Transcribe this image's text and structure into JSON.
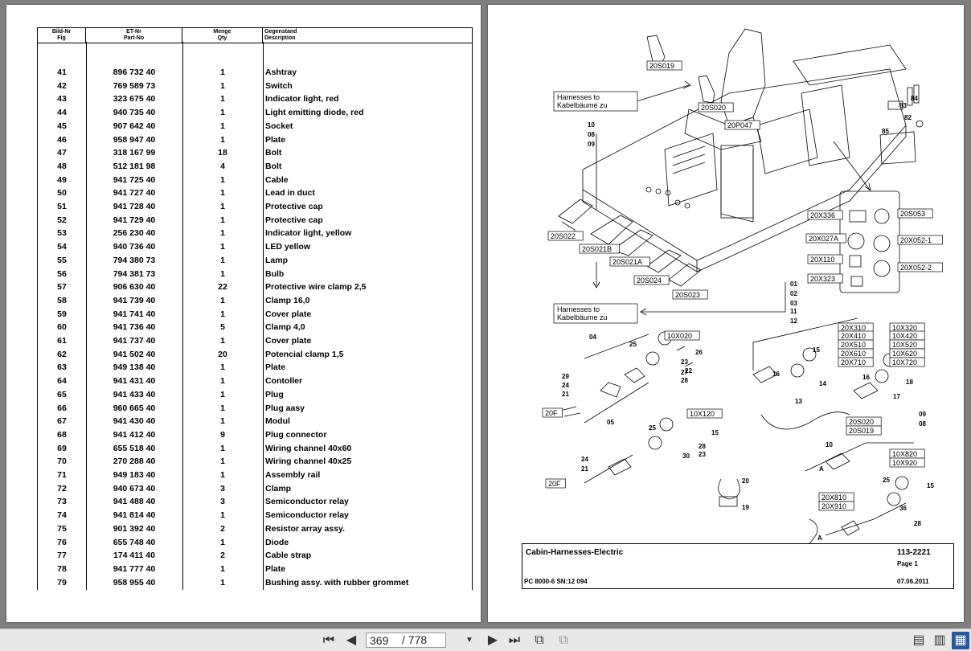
{
  "table": {
    "headers": [
      {
        "de": "Bild-Nr",
        "en": "Fig"
      },
      {
        "de": "ET-Nr",
        "en": "Part-No"
      },
      {
        "de": "Menge",
        "en": "Qty"
      },
      {
        "de": "Gegenstand",
        "en": "Description"
      }
    ],
    "rows": [
      [
        "41",
        "896 732 40",
        "1",
        "Ashtray"
      ],
      [
        "42",
        "769 589 73",
        "1",
        "Switch"
      ],
      [
        "43",
        "323 675 40",
        "1",
        "Indicator light, red"
      ],
      [
        "44",
        "940 735 40",
        "1",
        "Light emitting diode, red"
      ],
      [
        "45",
        "907 642 40",
        "1",
        "Socket"
      ],
      [
        "46",
        "958 947 40",
        "1",
        "Plate"
      ],
      [
        "47",
        "318 167 99",
        "18",
        "Bolt"
      ],
      [
        "48",
        "512 181 98",
        "4",
        "Bolt"
      ],
      [
        "49",
        "941 725 40",
        "1",
        "Cable"
      ],
      [
        "50",
        "941 727 40",
        "1",
        "Lead in duct"
      ],
      [
        "51",
        "941 728 40",
        "1",
        "Protective cap"
      ],
      [
        "52",
        "941 729 40",
        "1",
        "Protective cap"
      ],
      [
        "53",
        "256 230 40",
        "1",
        "Indicator light, yellow"
      ],
      [
        "54",
        "940 736 40",
        "1",
        "LED yellow"
      ],
      [
        "55",
        "794 380 73",
        "1",
        "Lamp"
      ],
      [
        "56",
        "794 381 73",
        "1",
        "Bulb"
      ],
      [
        "57",
        "906 630 40",
        "22",
        "Protective wire clamp 2,5"
      ],
      [
        "58",
        "941 739 40",
        "1",
        "Clamp 16,0"
      ],
      [
        "59",
        "941 741 40",
        "1",
        "Cover plate"
      ],
      [
        "60",
        "941 736 40",
        "5",
        "Clamp 4,0"
      ],
      [
        "61",
        "941 737 40",
        "1",
        "Cover plate"
      ],
      [
        "62",
        "941 502 40",
        "20",
        "Potencial clamp 1,5"
      ],
      [
        "63",
        "949 138 40",
        "1",
        "Plate"
      ],
      [
        "64",
        "941 431 40",
        "1",
        "Contoller"
      ],
      [
        "65",
        "941 433 40",
        "1",
        "Plug"
      ],
      [
        "66",
        "960 665 40",
        "1",
        "Plug aasy"
      ],
      [
        "67",
        "941 430 40",
        "1",
        "Modul"
      ],
      [
        "68",
        "941 412 40",
        "9",
        "Plug connector"
      ],
      [
        "69",
        "655 518 40",
        "1",
        "Wiring channel 40x60"
      ],
      [
        "70",
        "270 288 40",
        "1",
        "Wiring channel 40x25"
      ],
      [
        "71",
        "949 183 40",
        "1",
        "Assembly rail"
      ],
      [
        "72",
        "940 673 40",
        "3",
        "Clamp"
      ],
      [
        "73",
        "941 488 40",
        "3",
        "Semiconductor relay"
      ],
      [
        "74",
        "941 814 40",
        "1",
        "Semiconductor relay"
      ],
      [
        "75",
        "901 392 40",
        "2",
        "Resistor array assy."
      ],
      [
        "76",
        "655 748 40",
        "1",
        "Diode"
      ],
      [
        "77",
        "174 411 40",
        "2",
        "Cable strap"
      ],
      [
        "78",
        "941 777 40",
        "1",
        "Plate"
      ],
      [
        "79",
        "958 955 40",
        "1",
        "Bushing assy. with rubber grommet"
      ]
    ]
  },
  "diagram": {
    "harness_label_top": "Harnesses to\nKabelbäume zu",
    "harness_label_bottom": "Harnesses to\nKabelbäume zu",
    "boxed_labels": [
      "20S019",
      "20S020",
      "20P047",
      "20S022",
      "20S021B",
      "20S021A",
      "20S024",
      "20S023",
      "20X336",
      "20S053",
      "20X027A",
      "20X052-1",
      "20X110",
      "20X052-2",
      "20X323",
      "10X020",
      "20F",
      "10X120",
      "20F",
      "20X310",
      "20X410",
      "20X510",
      "20X610",
      "20X710",
      "10X320",
      "10X420",
      "10X520",
      "10X620",
      "10X720",
      "20S020",
      "20S019",
      "10X820",
      "10X920",
      "20X810",
      "20X910"
    ],
    "numbers": [
      "10",
      "08",
      "09",
      "84",
      "83",
      "82",
      "85",
      "01",
      "02",
      "03",
      "11",
      "12",
      "04",
      "25",
      "26",
      "22",
      "23",
      "27",
      "28",
      "29",
      "24",
      "21",
      "05",
      "25",
      "15",
      "30",
      "28",
      "23",
      "24",
      "21",
      "20",
      "19",
      "15",
      "16",
      "14",
      "13",
      "16",
      "18",
      "17",
      "09",
      "08",
      "10",
      "25",
      "36",
      "28",
      "15",
      "A",
      "A"
    ]
  },
  "titlebox": {
    "title": "Cabin-Harnesses-Electric",
    "code": "113-2221",
    "page": "Page 1",
    "model": "PC 8000-6 SN:12 094",
    "date": "07.06.2011"
  },
  "toolbar": {
    "current_page": "369",
    "total_pages": "/ 778",
    "icons": [
      "first-page-icon",
      "prev-page-icon",
      "page-dropdown-icon",
      "next-page-icon",
      "last-page-icon",
      "rotate-icon",
      "rotate-alt-icon",
      "single-page-view-icon",
      "continuous-view-icon",
      "two-page-view-icon"
    ]
  }
}
